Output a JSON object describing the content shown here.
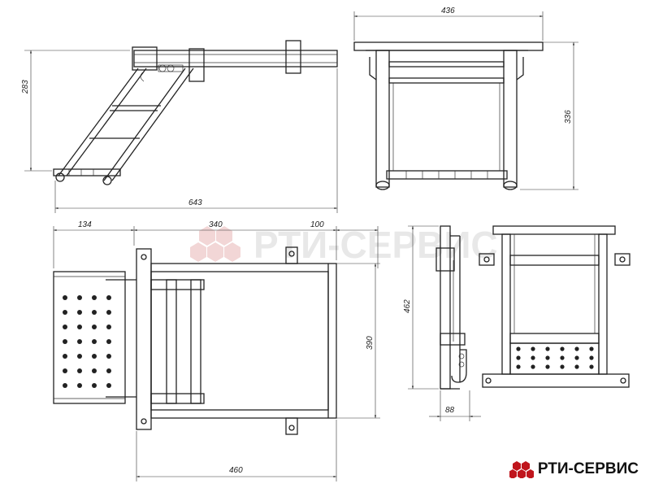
{
  "watermark": {
    "text": "РТИ-СЕРВИС"
  },
  "brand": {
    "text": "РТИ-СЕРВИС",
    "hex_color": "#c0151c"
  },
  "dimensions": {
    "d436": "436",
    "d283": "283",
    "d336": "336",
    "d643": "643",
    "d134": "134",
    "d340": "340",
    "d100": "100",
    "d390": "390",
    "d462": "462",
    "d88": "88",
    "d460": "460"
  }
}
